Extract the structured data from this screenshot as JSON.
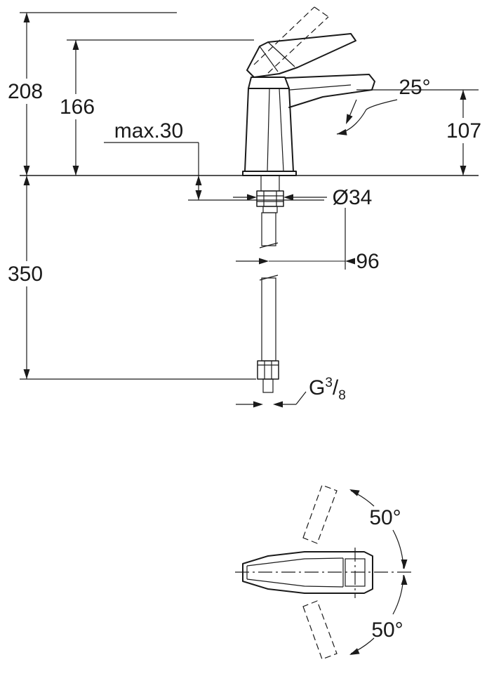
{
  "drawing": {
    "type": "technical-dimension-drawing",
    "subject": "single-lever basin mixer faucet, side elevation and plan view",
    "line_color": "#1a1a1a",
    "background_color": "#ffffff"
  },
  "labels": {
    "total_height": "208",
    "body_height": "166",
    "max_mounting_thickness": "max.30",
    "spout_angle": "25°",
    "spout_height": "107",
    "hole_diameter": "Ø34",
    "hose_length": "350",
    "spout_projection": "96",
    "thread_prefix": "G",
    "thread_numerator": "3",
    "thread_slash": "/",
    "thread_denominator": "8",
    "swivel_upper": "50°",
    "swivel_lower": "50°"
  }
}
